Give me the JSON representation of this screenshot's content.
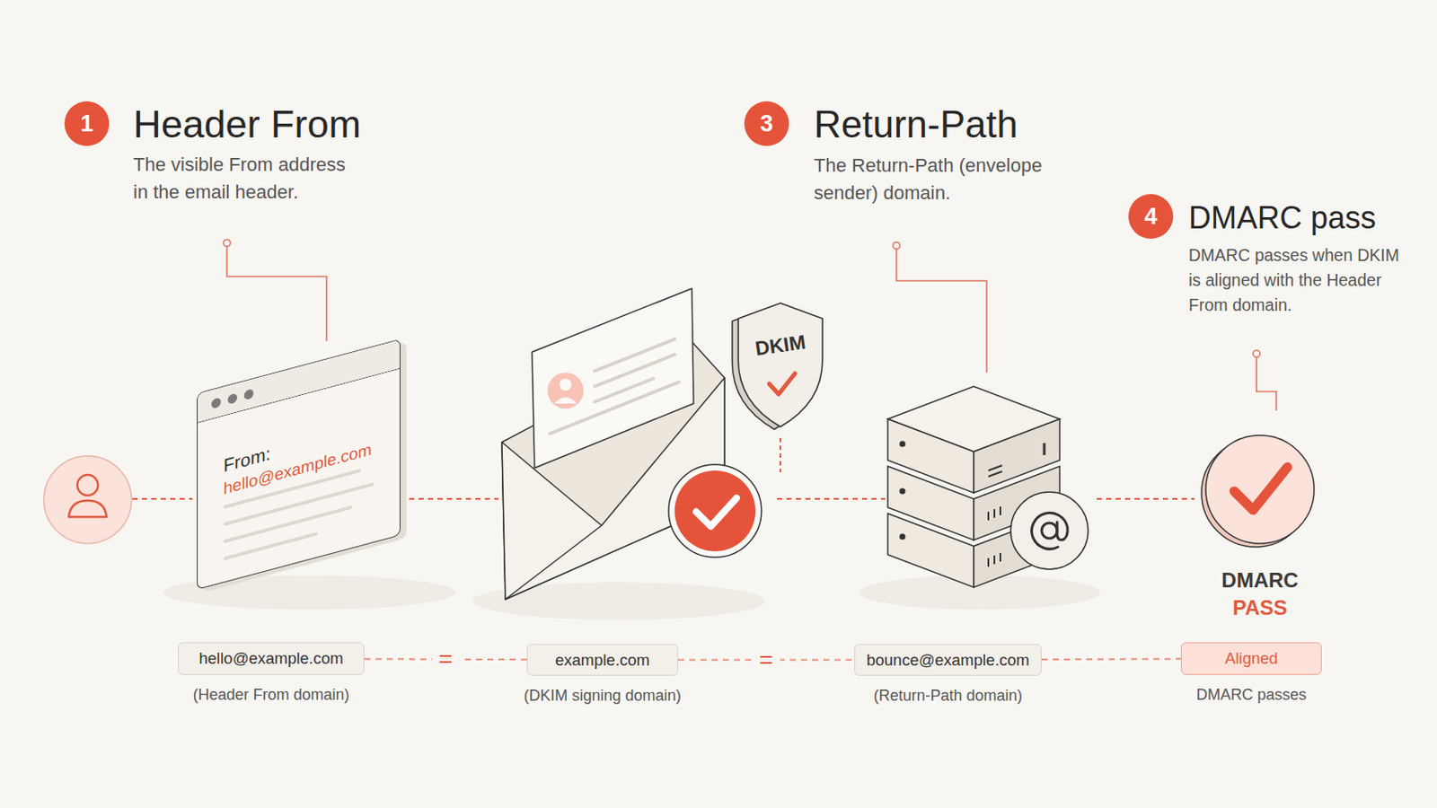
{
  "diagram": {
    "nodes": [
      {
        "text": [
          "1"
        ]
      },
      {
        "text": [
          "3"
        ]
      },
      {
        "text": [
          "4"
        ]
      },
      {
        "text": [
          "From:",
          "hello@example.com"
        ]
      },
      {
        "text": [
          "DKIM"
        ]
      },
      {
        "text": [
          "DMARC",
          "PASS"
        ]
      },
      {
        "text": [
          "hello@example.com",
          "(Header From domain)"
        ]
      },
      {
        "text": [
          "example.com",
          "(DKIM signing domain)"
        ]
      },
      {
        "text": [
          "bounce@example.com",
          "(Return-Path domain)"
        ]
      },
      {
        "text": [
          "Aligned",
          "DMARC passes"
        ]
      }
    ],
    "edges": [
      {
        "from": 6,
        "to": 7,
        "arrow": "none",
        "label": "="
      },
      {
        "from": 7,
        "to": 8,
        "arrow": "none",
        "label": "="
      },
      {
        "from": 8,
        "to": 9,
        "arrow": "none"
      }
    ],
    "labels": [
      "Header From",
      "The visible From address in the email header.",
      "Return-Path",
      "The Return-Path (envelope sender) domain.",
      "DMARC pass",
      "DMARC passes when DKIM is aligned with the Header From domain."
    ]
  }
}
